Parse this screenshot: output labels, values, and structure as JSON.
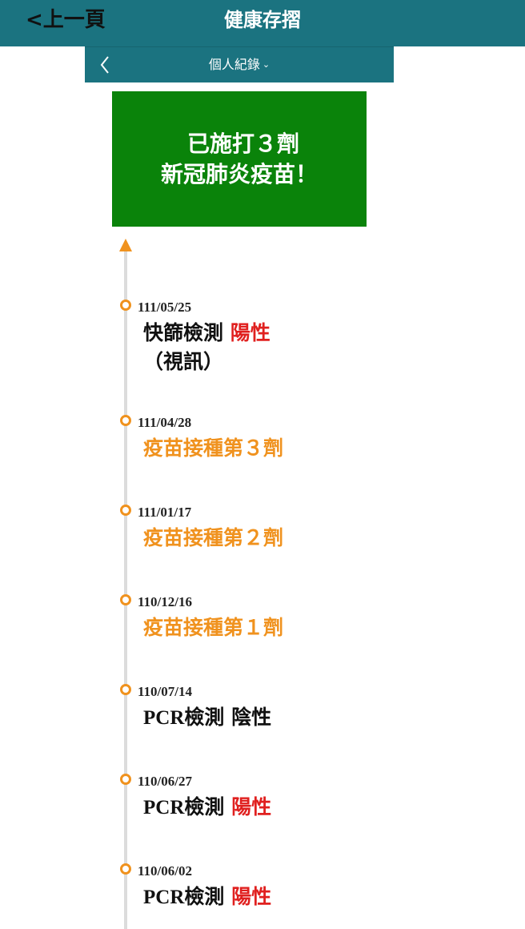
{
  "header": {
    "back_label": "<上一頁",
    "title": "健康存摺"
  },
  "subnav": {
    "back_icon": "chevron-left-icon",
    "title": "個人紀錄",
    "dropdown_icon": "⌄"
  },
  "banner": {
    "line1": "已施打３劑",
    "line2": "新冠肺炎疫苗！",
    "color": "#0a830a"
  },
  "timeline": {
    "accent_color": "#f0921e",
    "positive_color": "#e0201f",
    "events": [
      {
        "date": "111/05/25",
        "prefix": "快篩檢測 ",
        "result": "陽性",
        "suffix": "（視訊）",
        "type": "test"
      },
      {
        "date": "111/04/28",
        "title": "疫苗接種第３劑",
        "type": "vaccine"
      },
      {
        "date": "111/01/17",
        "title": "疫苗接種第２劑",
        "type": "vaccine"
      },
      {
        "date": "110/12/16",
        "title": "疫苗接種第１劑",
        "type": "vaccine"
      },
      {
        "date": "110/07/14",
        "prefix_latin": "PCR",
        "prefix": "檢測 ",
        "result": "陰性",
        "type": "test-negative"
      },
      {
        "date": "110/06/27",
        "prefix_latin": "PCR",
        "prefix": "檢測 ",
        "result": "陽性",
        "type": "test"
      },
      {
        "date": "110/06/02",
        "prefix_latin": "PCR",
        "prefix": "檢測 ",
        "result": "陽性",
        "type": "test"
      }
    ]
  }
}
